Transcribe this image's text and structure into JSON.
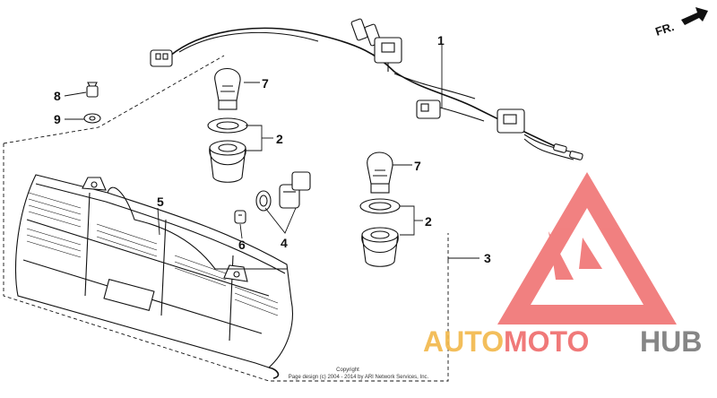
{
  "callouts": [
    {
      "id": "1",
      "label": "1"
    },
    {
      "id": "2a",
      "label": "2"
    },
    {
      "id": "2b",
      "label": "2"
    },
    {
      "id": "3",
      "label": "3"
    },
    {
      "id": "4",
      "label": "4"
    },
    {
      "id": "5",
      "label": "5"
    },
    {
      "id": "6",
      "label": "6"
    },
    {
      "id": "7a",
      "label": "7"
    },
    {
      "id": "7b",
      "label": "7"
    },
    {
      "id": "8",
      "label": "8"
    },
    {
      "id": "9",
      "label": "9"
    }
  ],
  "direction_label": "FR.",
  "copyright": {
    "line1": "Copyright",
    "line2": "Page design (c) 2004 - 2014 by ARI Network Services, Inc."
  },
  "watermark": {
    "part1": "AUTO",
    "part2": "MOTO",
    "part3": "HUB"
  },
  "colors": {
    "watermark_red": "#ef6b6b",
    "watermark_orange": "#f2b84a",
    "watermark_gray": "#7a7a7a",
    "line": "#111111"
  }
}
